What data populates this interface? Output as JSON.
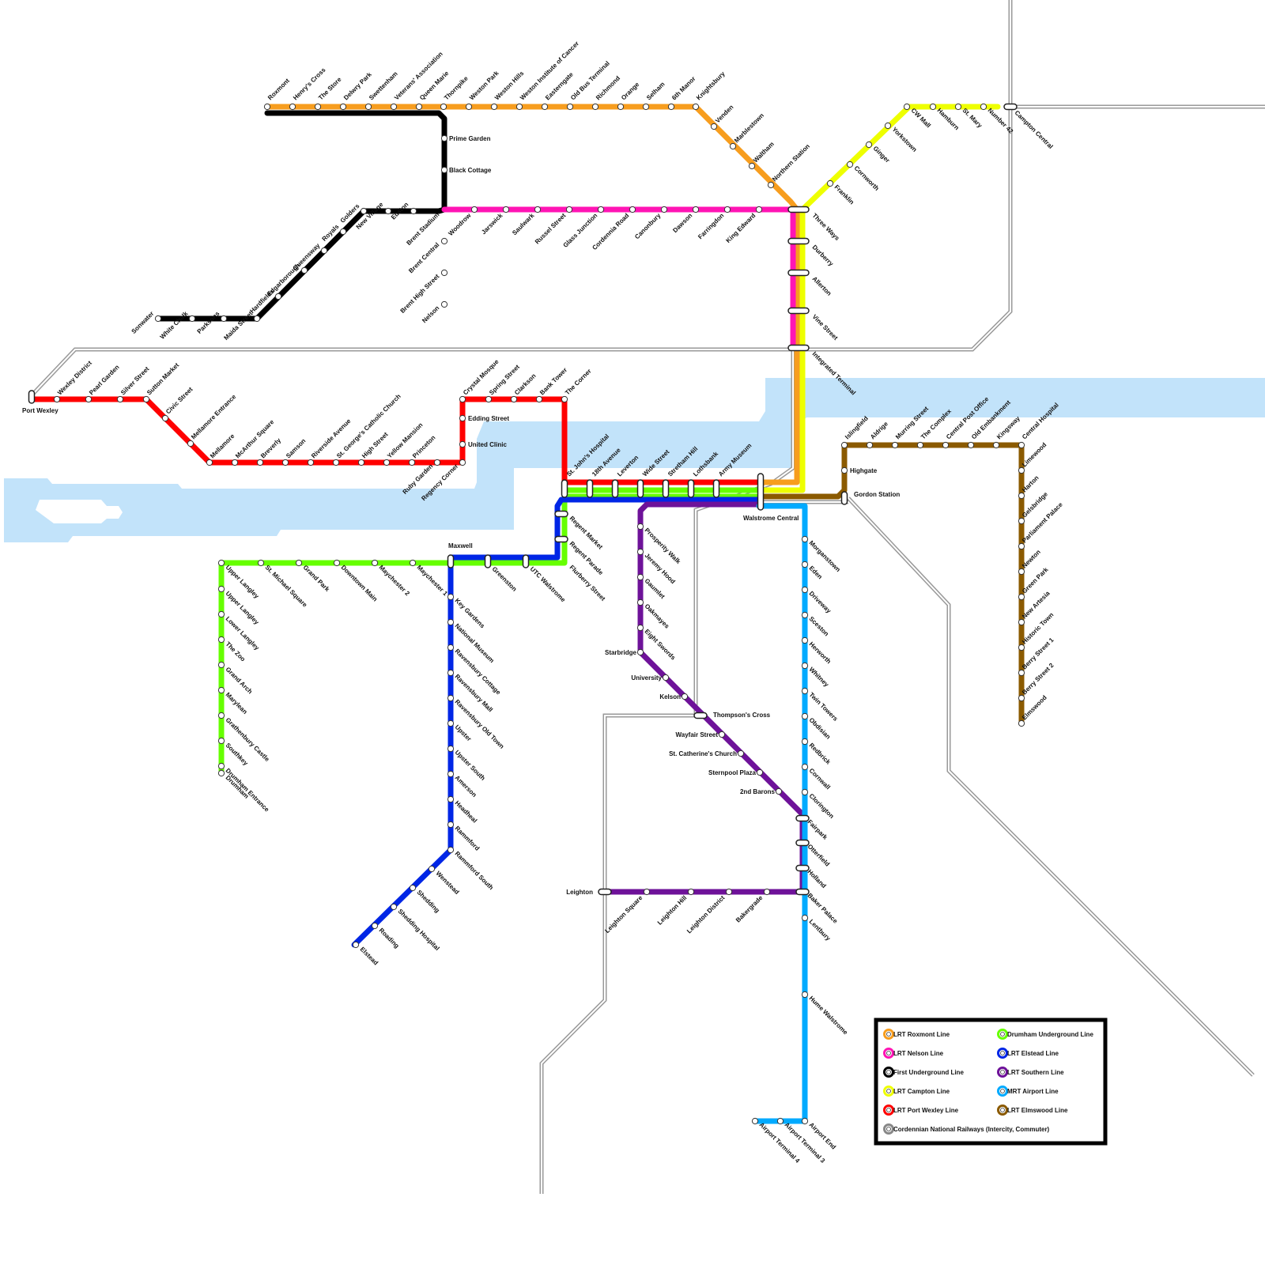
{
  "legend": {
    "items": [
      {
        "label": "LRT Roxmont Line",
        "color": "#F79D1E"
      },
      {
        "label": "Drumham Underground Line",
        "color": "#66FF00"
      },
      {
        "label": "LRT Nelson Line",
        "color": "#FF14B4"
      },
      {
        "label": "LRT Elstead Line",
        "color": "#0026E6"
      },
      {
        "label": "First Underground Line",
        "color": "#000000"
      },
      {
        "label": "LRT Southern Line",
        "color": "#6E1299"
      },
      {
        "label": "LRT Campton Line",
        "color": "#EEFF00"
      },
      {
        "label": "MRT Airport Line",
        "color": "#00AAFF"
      },
      {
        "label": "LRT Port Wexley Line",
        "color": "#FF0000"
      },
      {
        "label": "LRT Elmswood Line",
        "color": "#8B5A00"
      },
      {
        "label": "Cordennian National Railways (Intercity, Commuter)",
        "color": "#888888"
      }
    ]
  },
  "stations": {
    "roxmont": [
      "Roxmont",
      "Henry's Cross",
      "The Store",
      "Delwry Park",
      "Swettenham",
      "Veterans' Association",
      "Queen Marie",
      "Thornpike",
      "Weston Park",
      "Weston Hills",
      "Weston Institute of Cancer",
      "Easterngate",
      "Old Bus Terminal",
      "Richmond",
      "Orange",
      "Selham",
      "6th Manor",
      "Knightsbury",
      "Venden",
      "Marblestown",
      "Waltham",
      "Northern Station"
    ],
    "first_ug": [
      "Prime Garden",
      "Black Cottage",
      "Brent Stadium",
      "Euston",
      "New Village",
      "Golders",
      "Royals",
      "Queensway",
      "Edgarborough",
      "Hardfields",
      "Maida Street",
      "Parksons",
      "White Chalk",
      "Sonwater"
    ],
    "nelson": [
      "Brent Central",
      "Brent High Street",
      "Nelson",
      "Woodrow",
      "Jarswick",
      "Saulwark",
      "Russel Street",
      "Glass Junction",
      "Cordennia Road",
      "Canonbury",
      "Dawson",
      "Farringdon",
      "King Edward"
    ],
    "campton": [
      "Franklin",
      "Cornworth",
      "Ginger",
      "Yorkstown",
      "CW Mall",
      "Hamburn",
      "St. Mary",
      "Number 42",
      "Campton Central"
    ],
    "shared_trunk": [
      "Three Ways",
      "Durberry",
      "Allerton",
      "Vine Street",
      "Integrated Terminal"
    ],
    "port_wexley": [
      "Port Wexley",
      "Wexley District",
      "Pearl Garden",
      "Silver Street",
      "Sutton Market",
      "Civic Street",
      "Mellamore Entrance",
      "Mellamore",
      "McArthur Square",
      "Breverly",
      "Samson",
      "Riverside Avenue",
      "St. George's Catholic Church",
      "High Street",
      "Yellow Mansion",
      "Princeton",
      "Ruby Garden",
      "Regency Corner",
      "United Clinic",
      "Edding Street",
      "Crystal Mosque",
      "Spring Street",
      "Clarkson",
      "Bank Tower",
      "The Corner"
    ],
    "trunk_south": [
      "St. John's Hospital",
      "18th Avenue",
      "Leverton",
      "Wide Street",
      "Stretham Hill",
      "Lothsbank",
      "Army Museum",
      "Walstrome Central"
    ],
    "elmswood": [
      "Gordon Station",
      "Highgate",
      "Islingfield",
      "Aldrige",
      "Murring Street",
      "The Complex",
      "Central Post Office",
      "Old Embankment",
      "Kingsway",
      "Central Hospital",
      "Limewood",
      "Harton",
      "Gelsbridge",
      "Parliament Palace",
      "Newton",
      "Green Park",
      "New Artesia",
      "Historic Town",
      "Berry Street 1",
      "Berry Street 2",
      "Elmswood"
    ],
    "drumham": [
      "Regent Market",
      "Regent Parade",
      "Flurberry Street",
      "UTC Walstrome",
      "Greenston",
      "Maxwell",
      "Maychester 1",
      "Maychester 2",
      "Downtown Main",
      "Grand Park",
      "St. Michael Square",
      "Upper Langley",
      "Lower Langley",
      "The Zoo",
      "Grand Arch",
      "Marylean",
      "Grathenbury Castle",
      "Southkey",
      "Drumham Entrance",
      "Drumham"
    ],
    "elstead": [
      "Key Gardens",
      "National Museum",
      "Ravensbury Cottage",
      "Ravensbury Mall",
      "Ravensbury Old Town",
      "Upster",
      "Upster South",
      "Amerson",
      "Headheal",
      "Rammford",
      "Rammford South",
      "Wenstead",
      "Shedding",
      "Shedding Hospital",
      "Roading",
      "Elstead"
    ],
    "southern": [
      "Prosperity Walk",
      "Jeremy Hood",
      "Gaumlet",
      "Oakmayes",
      "Eight Swords",
      "Starbridge",
      "University",
      "Kelson",
      "Thompson's Cross",
      "Wayfair Street",
      "St. Catherine's Church",
      "Sternpool Plaza",
      "2nd Barons",
      "Fairpark",
      "Otterfield",
      "Holland",
      "Baker Palace",
      "Bakergrade",
      "Leighton District",
      "Leighton Hill",
      "Leighton Square",
      "Leighton"
    ],
    "airport": [
      "Morganstown",
      "Eden",
      "Driveway",
      "Sceston",
      "Herworth",
      "Whitney",
      "Twin Towers",
      "Obdisian",
      "Redbrick",
      "Cornwall",
      "Clorington",
      "Lentbury",
      "Hume Walstrome",
      "Airport End",
      "Airport Terminal 3",
      "Airport Terminal 4"
    ]
  }
}
